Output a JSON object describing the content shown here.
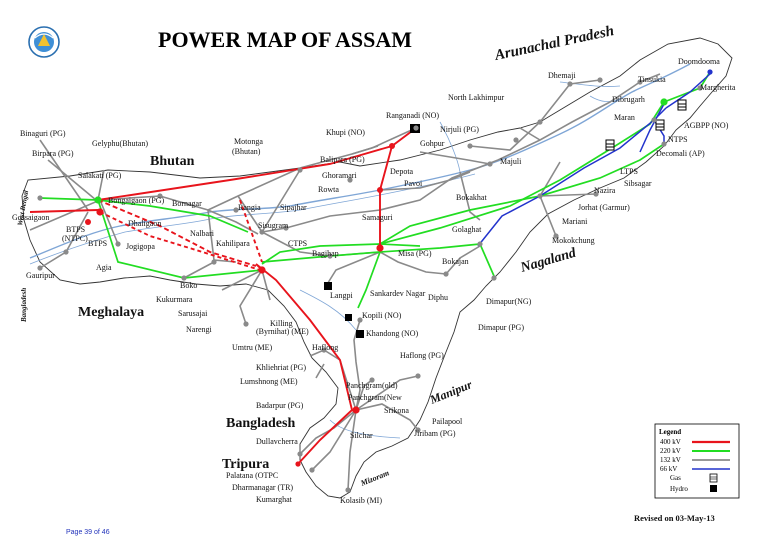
{
  "title": "POWER MAP OF ASSAM",
  "footer": {
    "page": "Page 39 of 46",
    "revised": "Revised on 03-May-13"
  },
  "colors": {
    "kv400": "#e8141c",
    "kv220": "#22dd22",
    "kv132": "#8a8a8a",
    "kv66": "#2233cc",
    "river": "#7fa6d6"
  },
  "regions": {
    "arunachal": "Arunachal Pradesh",
    "bhutan": "Bhutan",
    "meghalaya": "Meghalaya",
    "nagaland": "Nagaland",
    "bangladesh": "Bangladesh",
    "manipur": "Manipur",
    "tripura": "Tripura",
    "mizoram": "Mizoram",
    "west_bengal": "West Bengal",
    "bangladesh_side": "Bangladesh"
  },
  "places": {
    "doomdooma": "Doomdooma",
    "tinsukia": "Tinsukia",
    "margherita": "Margherita",
    "dibrugarh": "Dibrugarh",
    "dhemaji": "Dhemaji",
    "north_lakhimpur": "North Lakhimpur",
    "maran": "Maran",
    "agbpp": "AGBPP (NO)",
    "ntps": "NTPS",
    "ranganadi": "Ranganadi (NO)",
    "nirjuli": "Nirjuli (PG)",
    "khupi": "Khupi (NO)",
    "gohpur": "Gohpur",
    "majuli": "Majuli",
    "decomali": "Decomali (AP)",
    "binaguri": "Binaguri (PG)",
    "birpara": "Birpara (PG)",
    "gelyphu": "Gelyphu(Bhutan)",
    "motonga": "Motonga\n(Bhutan)",
    "balipara": "Balipara (PG)",
    "depota": "Depota",
    "pavoi": "Pavoi",
    "ltps": "LTPS",
    "sibsagar": "Sibsagar",
    "nazira": "Nazira",
    "salakati": "Salakati (PG)",
    "ghoramari": "Ghoramari",
    "rowta": "Rowta",
    "bokakhat": "Bokakhat",
    "jorhat": "Jorhat (Garmur)",
    "bongaigaon": "Bongaigaon (PG)",
    "bornagar": "Bornagar",
    "rangia": "Rangia",
    "sipajhar": "Sipajhar",
    "samaguri": "Samaguri",
    "mariani": "Mariani",
    "gossaigaon": "Gossaigaon",
    "btps_ntpc": "BTPS\n(NTPC)",
    "btps": "BTPS",
    "dhaligaon": "Dhaligaon",
    "sisugram": "Sisugram",
    "golaghat": "Golaghat",
    "mokokchung": "Mokokchung",
    "jogigopa": "Jogigopa",
    "nalbari": "Nalbari",
    "kahilipara": "Kahilipara",
    "ctps": "CTPS",
    "bagjhap": "Bagjhap",
    "misa": "Misa (PG)",
    "bokajan": "Bokajan",
    "gauripur": "Gauripur",
    "agia": "Agia",
    "boko": "Boko",
    "kukurmara": "Kukurmara",
    "sarusajai": "Sarusajai",
    "narengi": "Narengi",
    "langpi": "Langpi",
    "sankardev": "Sankardev Nagar",
    "diphu": "Diphu",
    "dimapur_ng": "Dimapur(NG)",
    "dimapur_pg": "Dimapur (PG)",
    "kopili": "Kopili (NO)",
    "khandong": "Khandong (NO)",
    "umtru": "Umtru (ME)",
    "killing": "Killing\n(Byrnihat) (ME)",
    "haflong_node": "Haflong",
    "haflong_pg": "Haflong (PG)",
    "khliehriat": "Khliehriat (PG)",
    "lumshnong": "Lumshnong (ME)",
    "panchgram_old": "Panchgram(old)",
    "panchgram_new": "Panchgram(New",
    "srikona": "Srikona",
    "pailapool": "Pailapool",
    "badarpur": "Badarpur (PG)",
    "jiribam": "Jiribam (PG)",
    "silchar": "Silchar",
    "dullavcherra": "Dullavcherra",
    "palatana": "Palatana (OTPC",
    "dharmanagar": "Dharmanagar (TR)",
    "kumarghat": "Kumarghat",
    "kolasib": "Kolasib (MI)"
  },
  "legend": {
    "title": "Legend",
    "items": [
      "400 kV",
      "220 kV",
      "132 kV",
      "66 kV",
      "Gas",
      "Hydro"
    ]
  }
}
